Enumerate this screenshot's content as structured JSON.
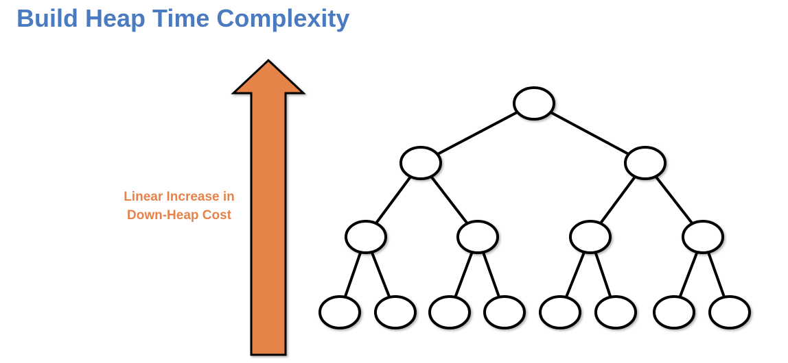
{
  "title": "Build Heap Time Complexity",
  "arrow_label": {
    "line1": "Linear Increase in",
    "line2": "Down-Heap Cost"
  },
  "colors": {
    "title": "#4a7abf",
    "arrow_fill": "#e6834a",
    "arrow_label": "#e6834a",
    "outline": "#000000",
    "node_fill": "#ffffff"
  },
  "tree": {
    "levels": 4,
    "node_count": 15,
    "edges": [
      [
        0,
        1
      ],
      [
        0,
        2
      ],
      [
        1,
        3
      ],
      [
        1,
        4
      ],
      [
        2,
        5
      ],
      [
        2,
        6
      ],
      [
        3,
        7
      ],
      [
        3,
        8
      ],
      [
        4,
        9
      ],
      [
        4,
        10
      ],
      [
        5,
        11
      ],
      [
        5,
        12
      ],
      [
        6,
        13
      ],
      [
        6,
        14
      ]
    ]
  }
}
